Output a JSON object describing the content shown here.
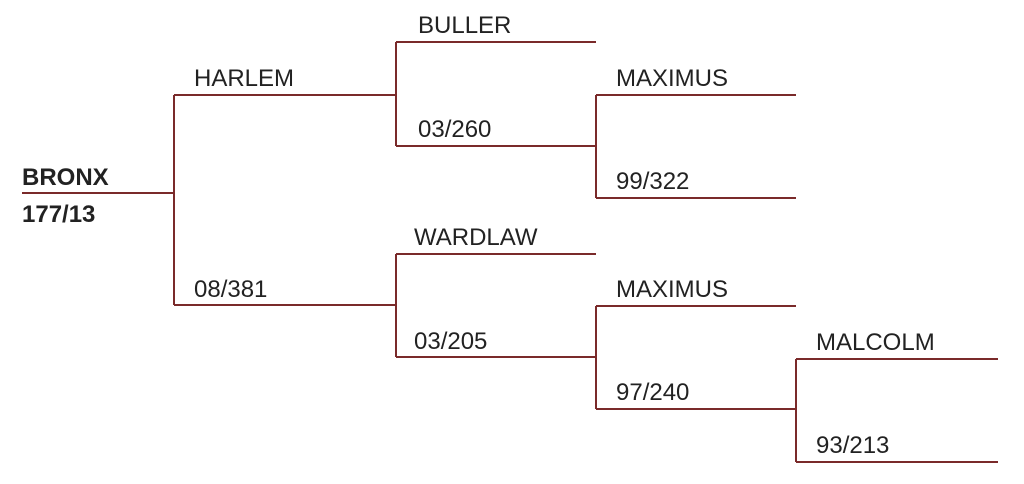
{
  "colors": {
    "line": "#7a2a2a",
    "text": "#222222",
    "background": "#ffffff"
  },
  "pedigree": {
    "root": {
      "name": "BRONX",
      "number": "177/13"
    },
    "sire": {
      "name": "HARLEM",
      "sire": {
        "name": "BULLER"
      },
      "dam": {
        "number": "03/260",
        "sire": {
          "name": "MAXIMUS"
        },
        "dam": {
          "number": "99/322"
        }
      }
    },
    "dam": {
      "number": "08/381",
      "sire": {
        "name": "WARDLAW"
      },
      "dam": {
        "number": "03/205",
        "sire": {
          "name": "MAXIMUS"
        },
        "dam": {
          "number": "97/240",
          "sire": {
            "name": "MALCOLM"
          },
          "dam": {
            "number": "93/213"
          }
        }
      }
    }
  }
}
